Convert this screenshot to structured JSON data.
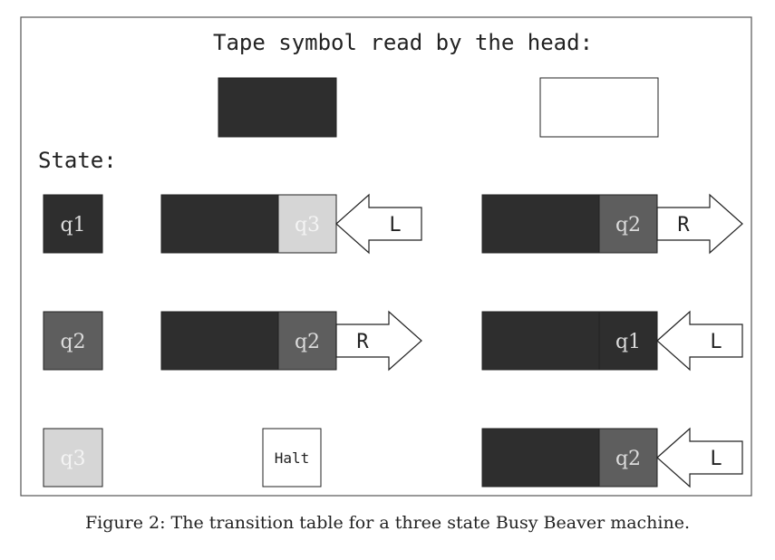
{
  "header": "Tape symbol read by the head:",
  "state_label": "State:",
  "symbols": [
    {
      "name": "black",
      "color": "#2e2e2e"
    },
    {
      "name": "white",
      "color": "#ffffff"
    }
  ],
  "state_colors": {
    "q1": "#2e2e2e",
    "q2": "#5e5e5e",
    "q3": "#d6d6d6"
  },
  "states": [
    {
      "label": "q1"
    },
    {
      "label": "q2"
    },
    {
      "label": "q3"
    }
  ],
  "transitions": [
    {
      "state": "q1",
      "read": "black",
      "halt": false,
      "write": "black",
      "next": "q3",
      "move": "L"
    },
    {
      "state": "q1",
      "read": "white",
      "halt": false,
      "write": "black",
      "next": "q2",
      "move": "R"
    },
    {
      "state": "q2",
      "read": "black",
      "halt": false,
      "write": "black",
      "next": "q2",
      "move": "R"
    },
    {
      "state": "q2",
      "read": "white",
      "halt": false,
      "write": "black",
      "next": "q1",
      "move": "L"
    },
    {
      "state": "q3",
      "read": "black",
      "halt": true,
      "halt_label": "Halt"
    },
    {
      "state": "q3",
      "read": "white",
      "halt": false,
      "write": "black",
      "next": "q2",
      "move": "L"
    }
  ],
  "caption": "Figure 2: The transition table for a three state Busy Beaver machine."
}
